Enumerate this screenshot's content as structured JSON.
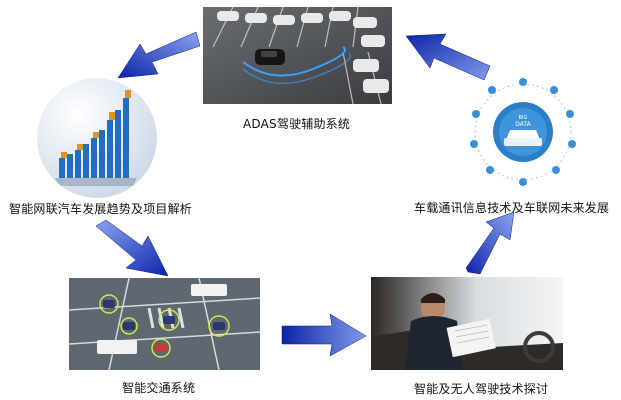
{
  "captions": {
    "adas": "ADAS驾驶辅助系统",
    "industry": "智能网联汽车发展趋势及项目解析",
    "telematics": "车载通讯信息技术及车联网未来发展",
    "traffic": "智能交通系统",
    "autonomous": "智能及无人驾驶技术探讨"
  },
  "badges": {
    "big_data_line1": "BIG",
    "big_data_line2": "DATA"
  },
  "colors": {
    "arrow_blue": "#1230b8",
    "arrow_light": "#6c8ce8",
    "line_highlight": "#3aa0ff"
  }
}
